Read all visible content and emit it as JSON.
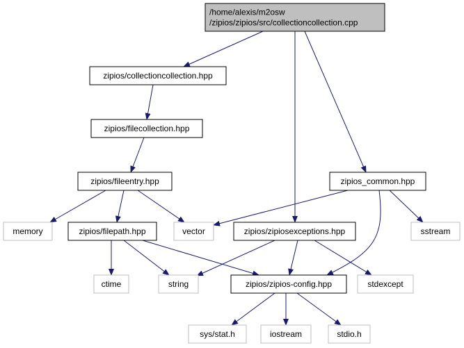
{
  "graph": {
    "nodes": [
      {
        "id": "root",
        "lines": [
          "/home/alexis/m2osw",
          "/zipios/zipios/src/collectioncollection.cpp"
        ],
        "kind": "root"
      },
      {
        "id": "collectioncollection_hpp",
        "lines": [
          "zipios/collectioncollection.hpp"
        ],
        "kind": "documented"
      },
      {
        "id": "filecollection_hpp",
        "lines": [
          "zipios/filecollection.hpp"
        ],
        "kind": "documented"
      },
      {
        "id": "fileentry_hpp",
        "lines": [
          "zipios/fileentry.hpp"
        ],
        "kind": "documented"
      },
      {
        "id": "zipios_common_hpp",
        "lines": [
          "zipios_common.hpp"
        ],
        "kind": "documented"
      },
      {
        "id": "memory",
        "lines": [
          "memory"
        ],
        "kind": "external"
      },
      {
        "id": "filepath_hpp",
        "lines": [
          "zipios/filepath.hpp"
        ],
        "kind": "documented"
      },
      {
        "id": "vector",
        "lines": [
          "vector"
        ],
        "kind": "external"
      },
      {
        "id": "zipiosexceptions_hpp",
        "lines": [
          "zipios/zipiosexceptions.hpp"
        ],
        "kind": "documented"
      },
      {
        "id": "sstream",
        "lines": [
          "sstream"
        ],
        "kind": "external"
      },
      {
        "id": "ctime",
        "lines": [
          "ctime"
        ],
        "kind": "external"
      },
      {
        "id": "string",
        "lines": [
          "string"
        ],
        "kind": "external"
      },
      {
        "id": "zipios_config_hpp",
        "lines": [
          "zipios/zipios-config.hpp"
        ],
        "kind": "documented"
      },
      {
        "id": "stdexcept",
        "lines": [
          "stdexcept"
        ],
        "kind": "external"
      },
      {
        "id": "sys_stat_h",
        "lines": [
          "sys/stat.h"
        ],
        "kind": "external"
      },
      {
        "id": "iostream",
        "lines": [
          "iostream"
        ],
        "kind": "external"
      },
      {
        "id": "stdio_h",
        "lines": [
          "stdio.h"
        ],
        "kind": "external"
      }
    ],
    "edges": [
      {
        "from": "root",
        "to": "collectioncollection_hpp"
      },
      {
        "from": "root",
        "to": "zipiosexceptions_hpp"
      },
      {
        "from": "root",
        "to": "zipios_common_hpp"
      },
      {
        "from": "collectioncollection_hpp",
        "to": "filecollection_hpp"
      },
      {
        "from": "filecollection_hpp",
        "to": "fileentry_hpp"
      },
      {
        "from": "fileentry_hpp",
        "to": "memory"
      },
      {
        "from": "fileentry_hpp",
        "to": "filepath_hpp"
      },
      {
        "from": "fileentry_hpp",
        "to": "vector"
      },
      {
        "from": "zipios_common_hpp",
        "to": "vector"
      },
      {
        "from": "zipios_common_hpp",
        "to": "sstream"
      },
      {
        "from": "zipios_common_hpp",
        "to": "zipios_config_hpp"
      },
      {
        "from": "filepath_hpp",
        "to": "ctime"
      },
      {
        "from": "filepath_hpp",
        "to": "string"
      },
      {
        "from": "filepath_hpp",
        "to": "zipios_config_hpp"
      },
      {
        "from": "zipiosexceptions_hpp",
        "to": "string"
      },
      {
        "from": "zipiosexceptions_hpp",
        "to": "zipios_config_hpp"
      },
      {
        "from": "zipiosexceptions_hpp",
        "to": "stdexcept"
      },
      {
        "from": "zipios_config_hpp",
        "to": "sys_stat_h"
      },
      {
        "from": "zipios_config_hpp",
        "to": "iostream"
      },
      {
        "from": "zipios_config_hpp",
        "to": "stdio_h"
      }
    ]
  },
  "colors": {
    "edge": "#191970",
    "documented_border": "#000000",
    "external_border": "#bfbfbf",
    "root_fill": "#bfbfbf",
    "node_fill": "#ffffff"
  }
}
